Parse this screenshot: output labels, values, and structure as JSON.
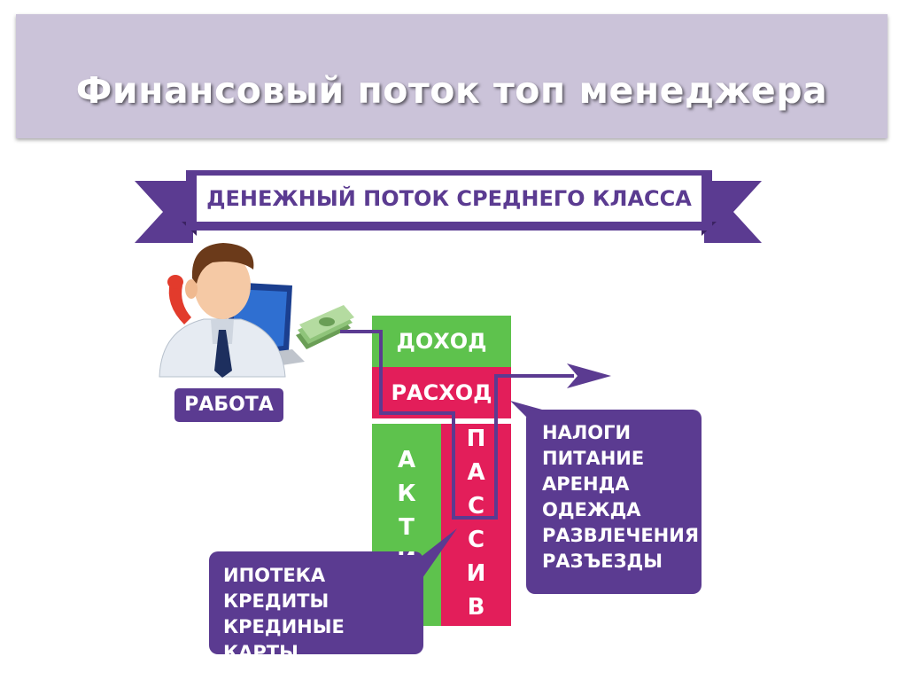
{
  "title": "Финансовый поток топ менеджера",
  "diagram": {
    "banner": "ДЕНЕЖНЫЙ ПОТОК СРЕДНЕГО КЛАССА",
    "work_label": "РАБОТА",
    "income_label": "ДОХОД",
    "expense_label": "РАСХОД",
    "assets_letters": [
      "А",
      "К",
      "Т",
      "И"
    ],
    "liabilities_letters": [
      "П",
      "А",
      "С",
      "С",
      "И",
      "В"
    ],
    "expenses_list": [
      "НАЛОГИ",
      "ПИТАНИЕ",
      "АРЕНДА",
      "ОДЕЖДА",
      "РАЗВЛЕЧЕНИЯ",
      "РАЗЪЕЗДЫ"
    ],
    "liabilities_list": [
      "ИПОТЕКА",
      "КРЕДИТЫ",
      "КРЕДИНЫЕ КАРТЫ"
    ]
  },
  "colors": {
    "purple": "#5b3b91",
    "green": "#5ec24d",
    "red": "#e31e5a",
    "title_bg": "#cbc3d9"
  }
}
